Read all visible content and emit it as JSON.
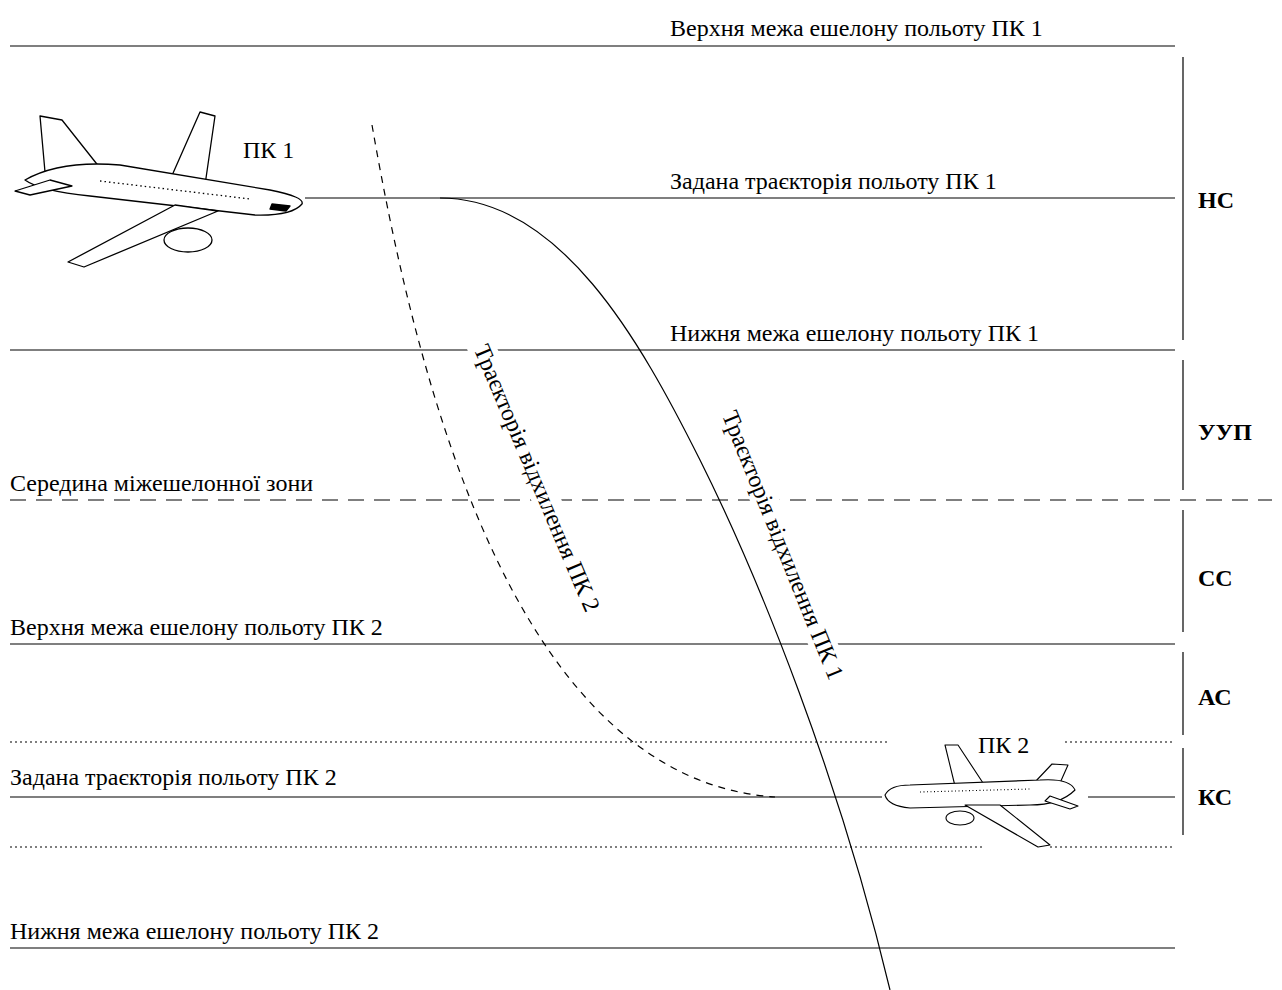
{
  "diagram": {
    "labels": [
      "Верхня межа ешелону польоту ПК 1",
      "ПК 1",
      "Задана траєкторія польоту ПК 1",
      "НС",
      "Нижня межа ешелону польоту ПК 1",
      "Траєкторія відхилення ПК 2",
      "Траєкторія відхилення ПК 1",
      "УУП",
      "Середина міжешелонної зони",
      "СС",
      "Верхня межа ешелону польоту ПК 2",
      "АС",
      "ПК 2",
      "Задана траєкторія польоту ПК 2",
      "КС",
      "Нижня межа ешелону польоту ПК 2"
    ]
  }
}
